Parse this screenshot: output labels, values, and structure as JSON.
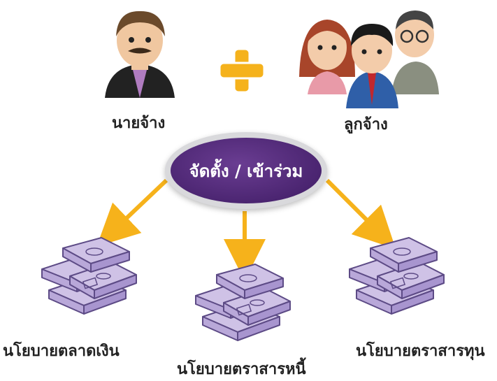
{
  "employer": {
    "label": "นายจ้าง"
  },
  "employees": {
    "label": "ลูกจ้าง"
  },
  "center": {
    "label": "จัดตั้ง / เข้าร่วม"
  },
  "policies": [
    {
      "label": "นโยบายตลาดเงิน"
    },
    {
      "label": "นโยบายตราสารหนี้"
    },
    {
      "label": "นโยบายตราสารทุน"
    }
  ],
  "colors": {
    "plus": "#f5b21c",
    "arrow": "#f6b21b",
    "oval": "#4b2571",
    "money": "#9b87bf"
  }
}
